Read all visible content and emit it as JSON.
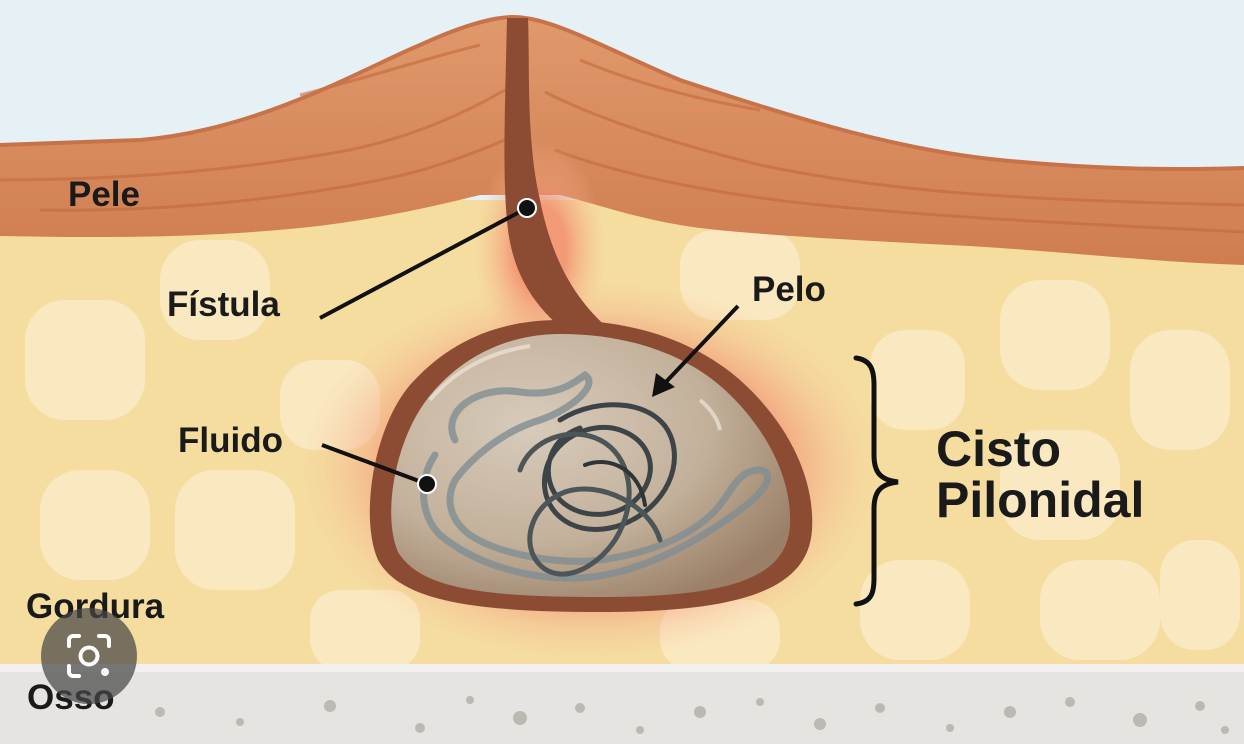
{
  "labels": {
    "pele": "Pele",
    "fistula": "Fístula",
    "pelo": "Pelo",
    "fluido": "Fluido",
    "cisto_line1": "Cisto",
    "cisto_line2": "Pilonidal",
    "gordura": "Gordura",
    "osso": "Osso"
  },
  "colors": {
    "sky": "#e6f1f5",
    "skin": "#d98c5f",
    "fat": "#f6dfa1",
    "cyst_wall": "#8c4c33",
    "cyst_fluid": "#c7b7a3",
    "inflammation": "#ef7e68",
    "hair": "#4a4f52",
    "bone": "#e4e2de",
    "text": "#1a1a1a"
  },
  "overlay": {
    "lens_icon": "google-lens-icon"
  }
}
